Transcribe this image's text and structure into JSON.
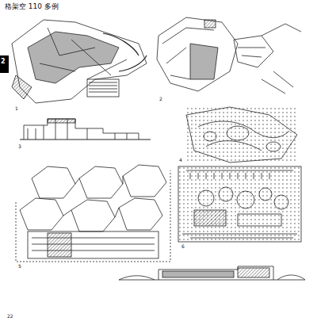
{
  "diagram": {
    "title": "格架空 110 多例",
    "labels": [
      "2",
      "1",
      "2",
      "3",
      "4",
      "5",
      "6",
      "22"
    ]
  }
}
